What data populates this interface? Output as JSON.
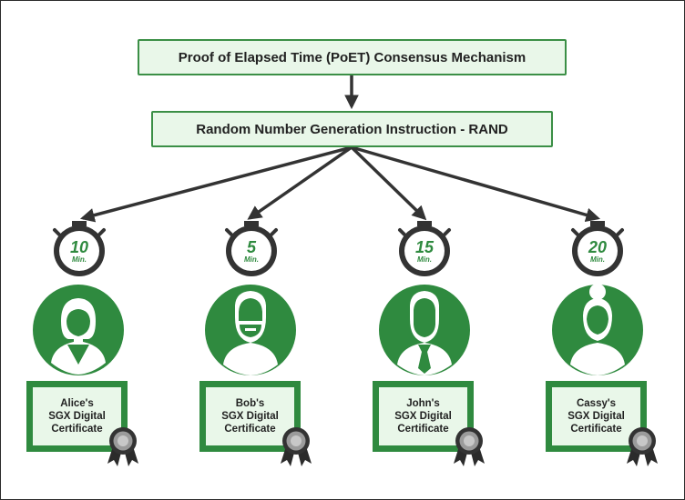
{
  "title": "Proof of Elapsed Time (PoET) Consensus Mechanism",
  "rand": "Random Number Generation Instruction - RAND",
  "colors": {
    "green": "#2f8a3f",
    "light_green": "#e9f7e9",
    "dark": "#333333",
    "medal": "#8a8a8a"
  },
  "participants": [
    {
      "name_line": "Alice's",
      "line2": "SGX Digital",
      "line3": "Certificate",
      "time": "10",
      "unit": "Min.",
      "avatar": "woman-short-hair-icon"
    },
    {
      "name_line": "Bob's",
      "line2": "SGX Digital",
      "line3": "Certificate",
      "time": "5",
      "unit": "Min.",
      "avatar": "man-beard-icon"
    },
    {
      "name_line": "John's",
      "line2": "SGX Digital",
      "line3": "Certificate",
      "time": "15",
      "unit": "Min.",
      "avatar": "man-tie-icon"
    },
    {
      "name_line": "Cassy's",
      "line2": "SGX Digital",
      "line3": "Certificate",
      "time": "20",
      "unit": "Min.",
      "avatar": "woman-bun-icon"
    }
  ]
}
